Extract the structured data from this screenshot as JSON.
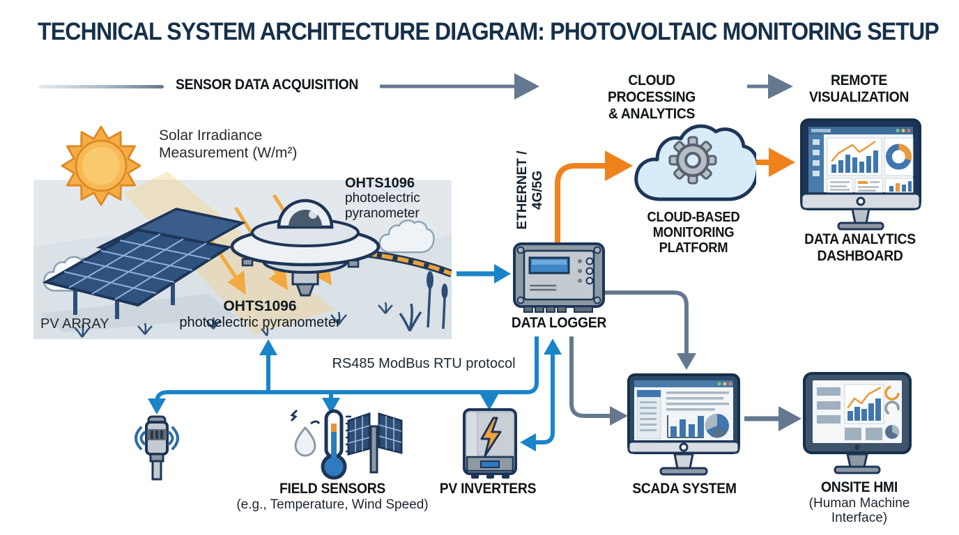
{
  "title": "TECHNICAL SYSTEM ARCHITECTURE DIAGRAM: PHOTOVOLTAIC MONITORING SETUP",
  "flow": {
    "stage1_label": "SENSOR DATA ACQUISITION",
    "stage2_line1": "CLOUD PROCESSING",
    "stage2_line2": "& ANALYTICS",
    "stage3_line1": "REMOTE",
    "stage3_line2": "VISUALIZATION"
  },
  "field_scene": {
    "irradiance_line1": "Solar Irradiance",
    "irradiance_line2": "Measurement (W/m²)",
    "pv_array_label": "PV ARRAY",
    "pyranometer_model": "OHTS1096",
    "pyranometer_type_line1": "photoelectric",
    "pyranometer_type_line2": "pyranometer",
    "pyranometer_type_full": "photoelectric pyranometer"
  },
  "data_logger": {
    "label": "DATA LOGGER",
    "uplink_line1": "ETHERNET /",
    "uplink_line2": "4G/5G"
  },
  "cloud_platform": {
    "line1": "CLOUD-BASED",
    "line2": "MONITORING",
    "line3": "PLATFORM"
  },
  "dashboard": {
    "line1": "DATA ANALYTICS",
    "line2": "DASHBOARD"
  },
  "rs485": {
    "label": "RS485 ModBus RTU protocol"
  },
  "field_sensors": {
    "label": "FIELD SENSORS",
    "sublabel": "(e.g., Temperature, Wind Speed)"
  },
  "pv_inverters": {
    "label": "PV INVERTERS"
  },
  "scada": {
    "label": "SCADA SYSTEM"
  },
  "onsite_hmi": {
    "label": "ONSITE HMI",
    "sublabel": "(Human Machine Interface)"
  },
  "colors": {
    "navy": "#1d3557",
    "steel": "#64798f",
    "blue": "#1a84c8",
    "orange": "#f0821e",
    "title_navy": "#16304a"
  }
}
